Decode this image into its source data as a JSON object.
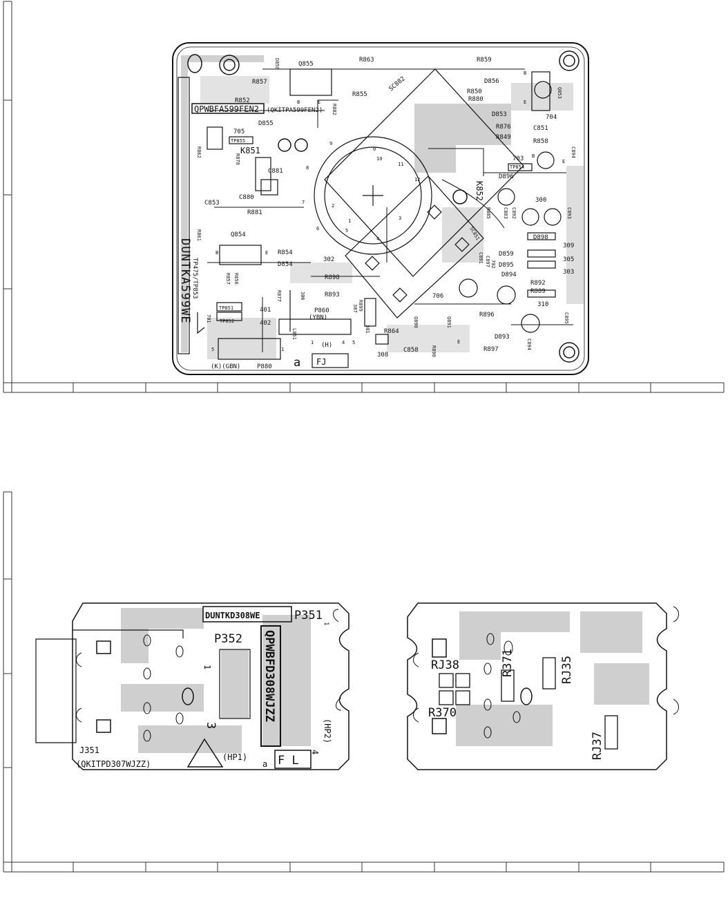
{
  "main_board": {
    "board_name": "DUNTKA599WE",
    "pwb_code": "QPWBFA599FEN2",
    "kit_code": "(QKITPA599FEN2)",
    "connector_k": "(K)(GBN)",
    "connector_ref": "P880",
    "ref_a": "a",
    "fj_mark": "FJ",
    "p860": "P860",
    "p860_color": "(YBN)",
    "h_label": "(H)",
    "tp_label": "TP475/TP853",
    "components": [
      "D858",
      "Q855",
      "R863",
      "R859",
      "R857",
      "R855",
      "SC882",
      "D856",
      "Q853",
      "R852",
      "R850",
      "R880",
      "R882",
      "D855",
      "705",
      "TP855",
      "K851",
      "D853",
      "704",
      "R876",
      "C851",
      "R849",
      "R858",
      "C894",
      "R862",
      "R878",
      "C881",
      "703",
      "TP854",
      "D896",
      "C853",
      "C880",
      "K852",
      "300",
      "R881",
      "R885",
      "C883",
      "C892",
      "C893",
      "R861",
      "Q854",
      "SC851",
      "D898",
      "309",
      "R854",
      "D854",
      "302",
      "D859",
      "305",
      "R857",
      "C897",
      "C891",
      "702",
      "D895",
      "303",
      "R856",
      "R898",
      "D894",
      "R892",
      "R877",
      "306",
      "R893",
      "706",
      "R889",
      "TP851",
      "401",
      "R899",
      "307",
      "310",
      "TP852",
      "402",
      "R896",
      "C895",
      "L851",
      "R864",
      "D893",
      "308",
      "C858",
      "R890",
      "R897",
      "C894",
      "Q890",
      "Q891",
      "301",
      "701",
      "E",
      "B",
      "E",
      "B",
      "E",
      "E",
      "B",
      "B",
      "E"
    ],
    "pins": [
      "0",
      "1",
      "2",
      "3",
      "4",
      "5",
      "6",
      "7",
      "8",
      "9",
      "10",
      "11",
      "12"
    ],
    "h_pins": [
      "1",
      "4",
      "5"
    ],
    "k_pins": [
      "5",
      "1"
    ]
  },
  "jack_board": {
    "board_name": "DUNTKD308WE",
    "connector_p351": "P351",
    "p351_pin": "1",
    "connector_p352": "P352",
    "pwb_code": "QPWBFD308WJZZ",
    "hp2": "(HP2)",
    "hp1": "(HP1)",
    "jack_ref": "J351",
    "jack_kit": "(QKITPD307WJZZ)",
    "ref_a": "a",
    "fl_mark": "F L",
    "pin_1": "1",
    "pin_3": "3",
    "pin_4": "4"
  },
  "jack_board_back": {
    "components": [
      "RJ38",
      "R371",
      "RJ35",
      "R370",
      "RJ37"
    ]
  },
  "colors": {
    "copper": "#c9c9c9",
    "ink": "#111111",
    "frame": "#333333"
  }
}
